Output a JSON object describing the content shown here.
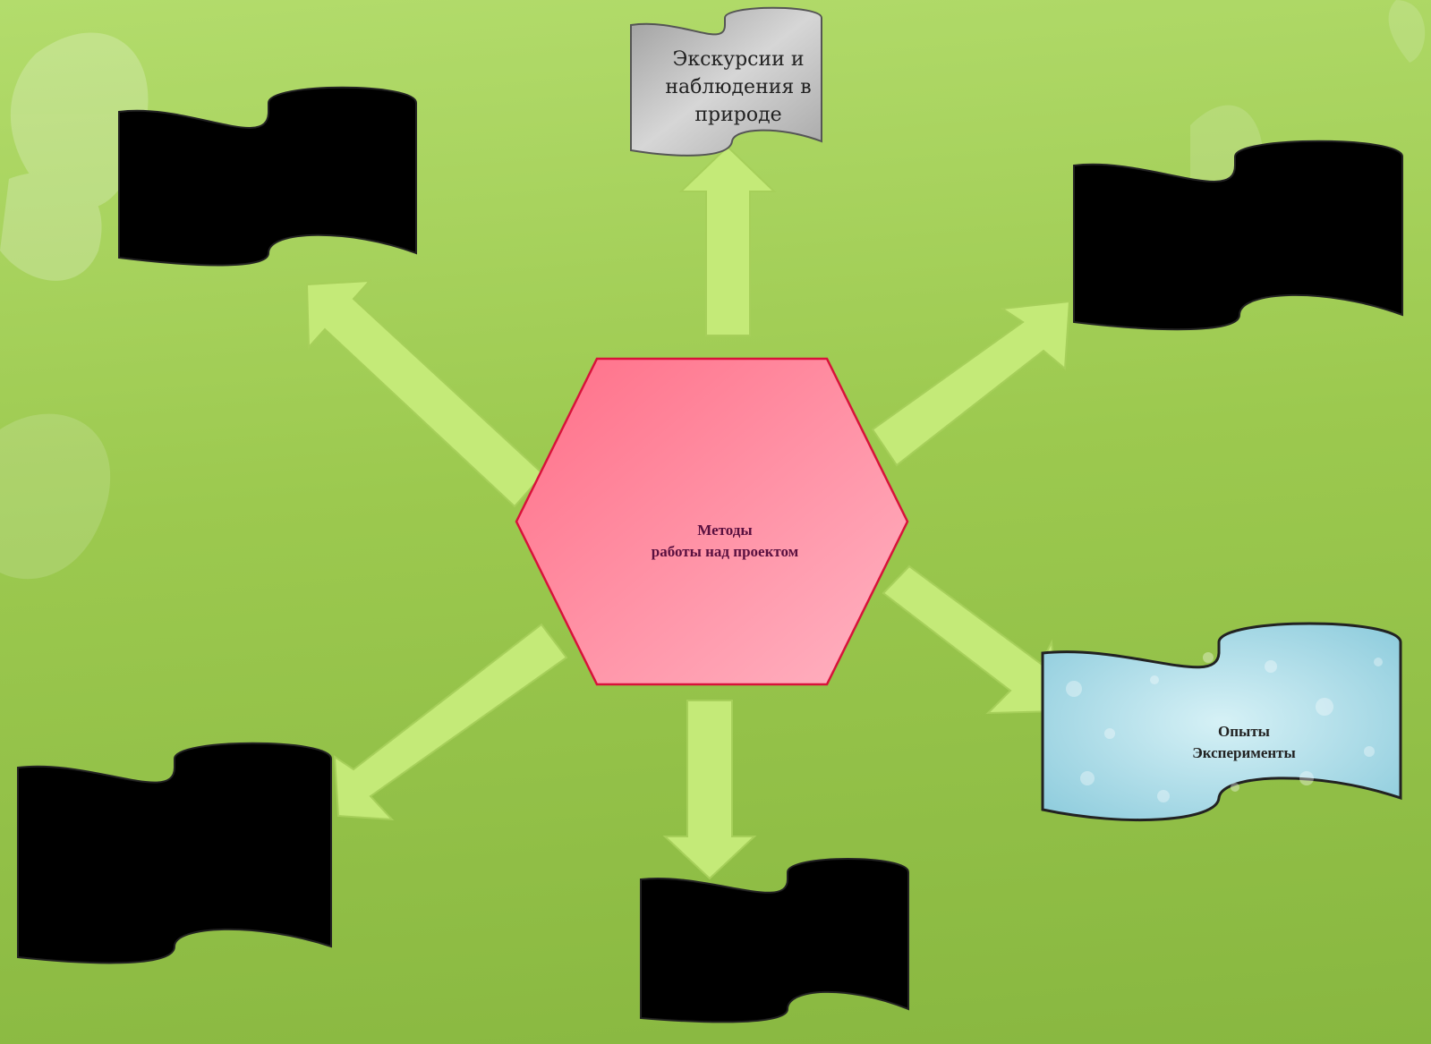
{
  "diagram": {
    "center": {
      "line1": "Методы",
      "line2": "работы над проектом"
    },
    "top_banner": {
      "line1": "Экскурсии и",
      "line2": "наблюдения в",
      "line3": "природе"
    },
    "experiments_banner": {
      "line1": "Опыты",
      "line2": "Эксперименты"
    },
    "colors": {
      "background": "#9cc94f",
      "arrow_fill": "#c4ea78",
      "hexagon_fill": "#ff8aa0",
      "hexagon_stroke": "#d8123a",
      "top_banner_fill": "#bdbdbd",
      "experiments_banner_fill": "#b6e2ec",
      "hidden_banner_fill": "#000000"
    }
  }
}
